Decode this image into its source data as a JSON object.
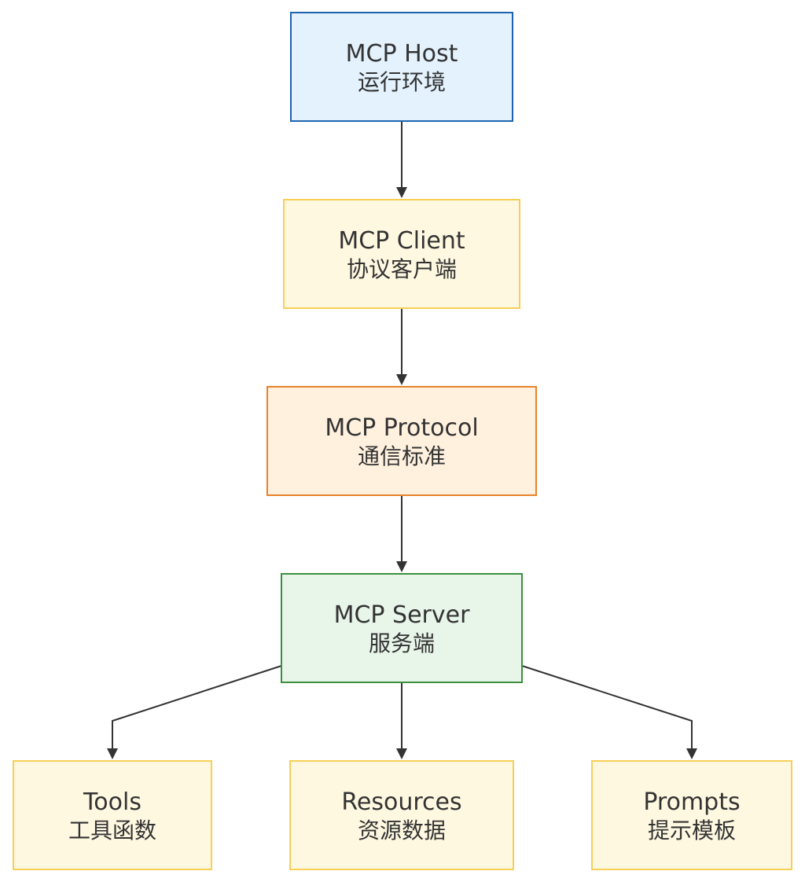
{
  "colors": {
    "host_fill": "#e3f2fd",
    "host_stroke": "#1e63b0",
    "client_fill": "#fff8e1",
    "client_stroke": "#f7cf57",
    "protocol_fill": "#fff1de",
    "protocol_stroke": "#e8822a",
    "server_fill": "#e8f5e9",
    "server_stroke": "#3b8f3e",
    "leaf_fill": "#fff8e1",
    "leaf_stroke": "#f7cf57",
    "edge": "#333333",
    "text": "#333333"
  },
  "nodes": {
    "host": {
      "title": "MCP Host",
      "subtitle": "运行环境"
    },
    "client": {
      "title": "MCP Client",
      "subtitle": "协议客户端"
    },
    "protocol": {
      "title": "MCP Protocol",
      "subtitle": "通信标准"
    },
    "server": {
      "title": "MCP Server",
      "subtitle": "服务端"
    },
    "tools": {
      "title": "Tools",
      "subtitle": "工具函数"
    },
    "resources": {
      "title": "Resources",
      "subtitle": "资源数据"
    },
    "prompts": {
      "title": "Prompts",
      "subtitle": "提示模板"
    }
  },
  "edges": [
    {
      "from": "host",
      "to": "client"
    },
    {
      "from": "client",
      "to": "protocol"
    },
    {
      "from": "protocol",
      "to": "server"
    },
    {
      "from": "server",
      "to": "tools"
    },
    {
      "from": "server",
      "to": "resources"
    },
    {
      "from": "server",
      "to": "prompts"
    }
  ]
}
